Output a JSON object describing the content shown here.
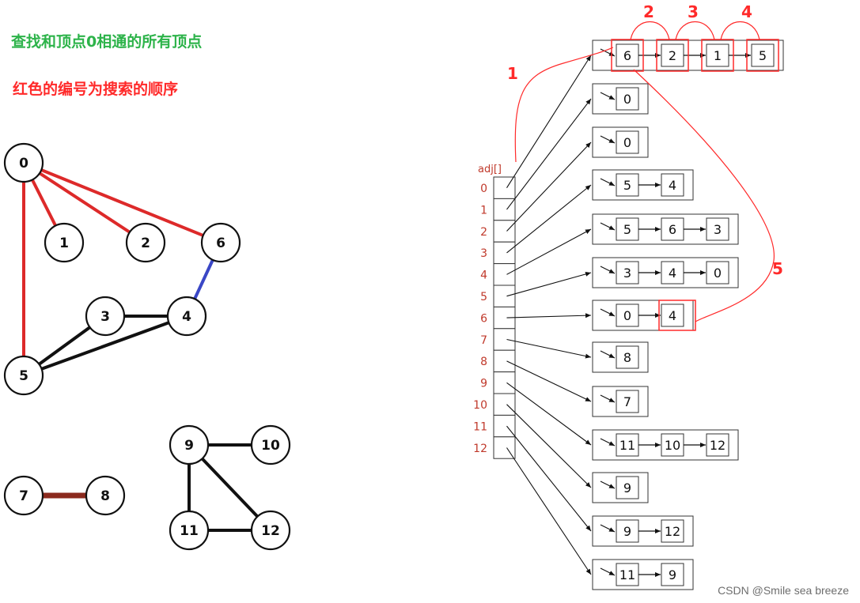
{
  "header": {
    "title": "查找和顶点0相通的所有顶点",
    "subtitle": "红色的编号为搜索的顺序"
  },
  "graph": {
    "nodes": [
      {
        "id": "0",
        "label": "0"
      },
      {
        "id": "1",
        "label": "1"
      },
      {
        "id": "2",
        "label": "2"
      },
      {
        "id": "6",
        "label": "6"
      },
      {
        "id": "3",
        "label": "3"
      },
      {
        "id": "4",
        "label": "4"
      },
      {
        "id": "5",
        "label": "5"
      },
      {
        "id": "7",
        "label": "7"
      },
      {
        "id": "8",
        "label": "8"
      },
      {
        "id": "9",
        "label": "9"
      },
      {
        "id": "10",
        "label": "10"
      },
      {
        "id": "11",
        "label": "11"
      },
      {
        "id": "12",
        "label": "12"
      }
    ],
    "edges": [
      {
        "from": "0",
        "to": "1",
        "color": "#dd2a2a"
      },
      {
        "from": "0",
        "to": "2",
        "color": "#dd2a2a"
      },
      {
        "from": "0",
        "to": "6",
        "color": "#dd2a2a"
      },
      {
        "from": "0",
        "to": "5",
        "color": "#dd2a2a"
      },
      {
        "from": "6",
        "to": "4",
        "color": "#3a47c6"
      },
      {
        "from": "3",
        "to": "4",
        "color": "#111111"
      },
      {
        "from": "3",
        "to": "5",
        "color": "#111111"
      },
      {
        "from": "4",
        "to": "5",
        "color": "#111111"
      },
      {
        "from": "7",
        "to": "8",
        "color": "#8b2a1e"
      },
      {
        "from": "9",
        "to": "10",
        "color": "#111111"
      },
      {
        "from": "9",
        "to": "11",
        "color": "#111111"
      },
      {
        "from": "9",
        "to": "12",
        "color": "#111111"
      },
      {
        "from": "11",
        "to": "12",
        "color": "#111111"
      }
    ]
  },
  "adjacency": {
    "label": "adj[]",
    "indices": [
      "0",
      "1",
      "2",
      "3",
      "4",
      "5",
      "6",
      "7",
      "8",
      "9",
      "10",
      "11",
      "12"
    ],
    "lists": [
      [
        "6",
        "2",
        "1",
        "5"
      ],
      [
        "0"
      ],
      [
        "0"
      ],
      [
        "5",
        "4"
      ],
      [
        "5",
        "6",
        "3"
      ],
      [
        "3",
        "4",
        "0"
      ],
      [
        "0",
        "4"
      ],
      [
        "8"
      ],
      [
        "7"
      ],
      [
        "11",
        "10",
        "12"
      ],
      [
        "9"
      ],
      [
        "9",
        "12"
      ],
      [
        "11",
        "9"
      ]
    ]
  },
  "search_order_labels": [
    "1",
    "2",
    "3",
    "4",
    "5"
  ],
  "colors": {
    "title_green": "#2db34a",
    "accent_red": "#ff2a2a",
    "index_text": "#c0392b"
  },
  "credit": "CSDN @Smile sea breeze"
}
